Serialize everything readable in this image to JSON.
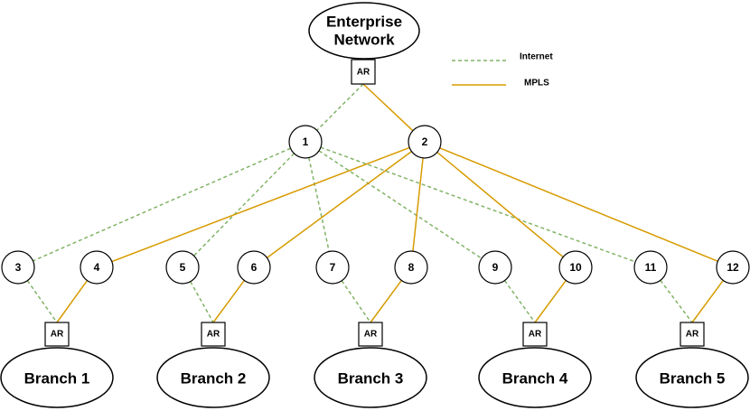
{
  "enterprise": {
    "line1": "Enterprise",
    "line2": "Network",
    "router": "AR"
  },
  "legend": {
    "internet": "Internet",
    "mpls": "MPLS",
    "internet_color": "#82b366",
    "mpls_color": "#d79b00"
  },
  "core_nodes": [
    "1",
    "2"
  ],
  "edge_nodes": [
    "3",
    "4",
    "5",
    "6",
    "7",
    "8",
    "9",
    "10",
    "11",
    "12"
  ],
  "branches": [
    {
      "name": "Branch 1",
      "router": "AR"
    },
    {
      "name": "Branch 2",
      "router": "AR"
    },
    {
      "name": "Branch 3",
      "router": "AR"
    },
    {
      "name": "Branch 4",
      "router": "AR"
    },
    {
      "name": "Branch 5",
      "router": "AR"
    }
  ],
  "links": {
    "internet": [
      [
        "enterprise-ar",
        "1"
      ],
      [
        "1",
        "3"
      ],
      [
        "1",
        "5"
      ],
      [
        "1",
        "7"
      ],
      [
        "1",
        "9"
      ],
      [
        "1",
        "11"
      ],
      [
        "3",
        "branch-1-ar"
      ],
      [
        "5",
        "branch-2-ar"
      ],
      [
        "7",
        "branch-3-ar"
      ],
      [
        "9",
        "branch-4-ar"
      ],
      [
        "11",
        "branch-5-ar"
      ]
    ],
    "mpls": [
      [
        "enterprise-ar",
        "2"
      ],
      [
        "2",
        "4"
      ],
      [
        "2",
        "6"
      ],
      [
        "2",
        "8"
      ],
      [
        "2",
        "10"
      ],
      [
        "2",
        "12"
      ],
      [
        "4",
        "branch-1-ar"
      ],
      [
        "6",
        "branch-2-ar"
      ],
      [
        "8",
        "branch-3-ar"
      ],
      [
        "10",
        "branch-4-ar"
      ],
      [
        "12",
        "branch-5-ar"
      ]
    ]
  }
}
